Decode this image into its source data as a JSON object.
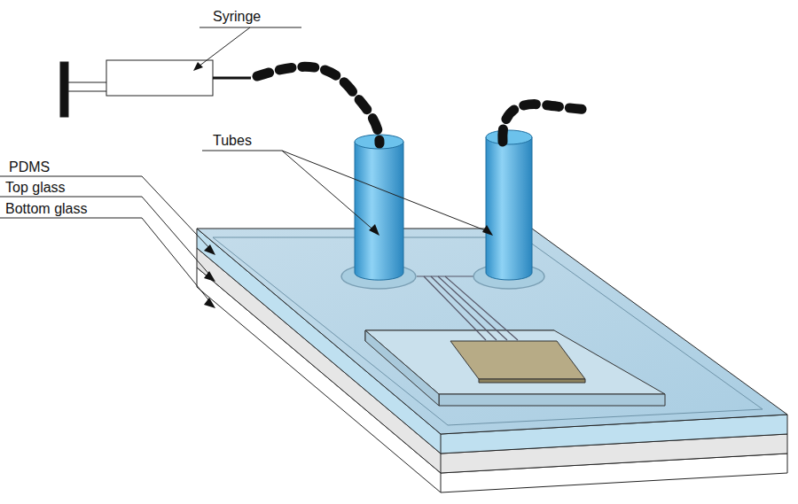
{
  "diagram": {
    "labels": [
      "Syringe",
      "Tubes",
      "PDMS",
      "Top glass",
      "Bottom glass"
    ]
  }
}
